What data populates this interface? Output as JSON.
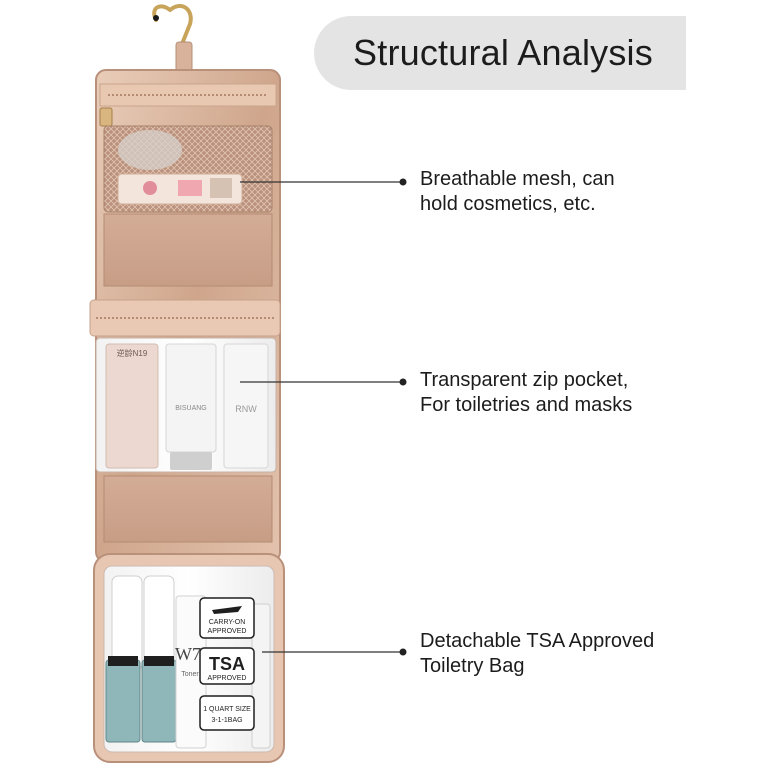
{
  "header": {
    "title": "Structural Analysis"
  },
  "callouts": [
    {
      "line1": "Breathable mesh, can",
      "line2": "hold cosmetics, etc."
    },
    {
      "line1": "Transparent zip pocket,",
      "line2": "For toiletries and masks"
    },
    {
      "line1": "Detachable TSA Approved",
      "line2": "Toiletry Bag"
    }
  ],
  "product_labels": {
    "carry_on_line1": "CARRY-ON",
    "carry_on_line2": "APPROVED",
    "tsa": "TSA",
    "tsa_approved": "APPROVED",
    "quart_line1": "1 QUART SIZE",
    "quart_line2": "3-1-1BAG",
    "bottle_brand_1": "逆龄N19",
    "bottle_brand_2": "BISUANG",
    "bottle_brand_3": "RNW",
    "bottle_brand_4": "W7",
    "bottle_brand_4_sub": "Toner"
  },
  "colors": {
    "bag_rose_gold": "#d9b39a",
    "bag_panel": "#c9a08a",
    "bag_trim": "#e8c8b0",
    "hook_gold": "#c8a45a",
    "callout_line": "#333333",
    "title_pill": "#e4e4e4"
  }
}
